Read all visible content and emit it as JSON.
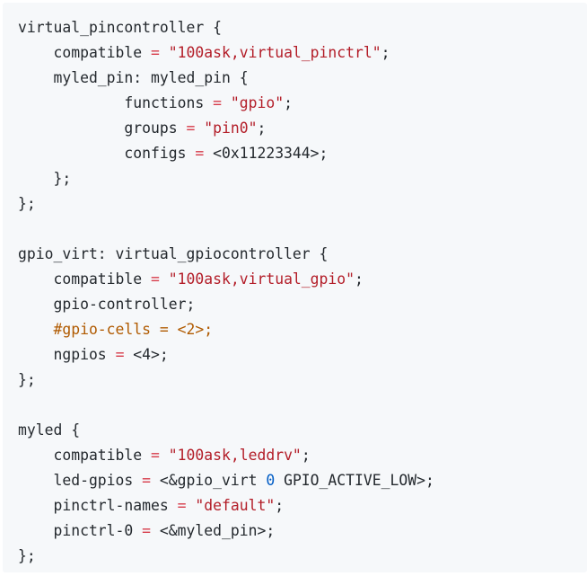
{
  "colors": {
    "background": "#f6f8fa",
    "text": "#24292e",
    "operator": "#d73a49",
    "string": "#b31d28",
    "preprocessor": "#b05a00",
    "number": "#005cc5"
  },
  "code_lines": [
    {
      "tokens": [
        {
          "t": "virtual_pincontroller {",
          "k": "plain"
        }
      ]
    },
    {
      "tokens": [
        {
          "t": "    compatible ",
          "k": "plain"
        },
        {
          "t": "=",
          "k": "op"
        },
        {
          "t": " ",
          "k": "plain"
        },
        {
          "t": "\"100ask,virtual_pinctrl\"",
          "k": "str"
        },
        {
          "t": ";",
          "k": "plain"
        }
      ]
    },
    {
      "tokens": [
        {
          "t": "    myled_pin: myled_pin {",
          "k": "plain"
        }
      ]
    },
    {
      "tokens": [
        {
          "t": "            functions ",
          "k": "plain"
        },
        {
          "t": "=",
          "k": "op"
        },
        {
          "t": " ",
          "k": "plain"
        },
        {
          "t": "\"gpio\"",
          "k": "str"
        },
        {
          "t": ";",
          "k": "plain"
        }
      ]
    },
    {
      "tokens": [
        {
          "t": "            groups ",
          "k": "plain"
        },
        {
          "t": "=",
          "k": "op"
        },
        {
          "t": " ",
          "k": "plain"
        },
        {
          "t": "\"pin0\"",
          "k": "str"
        },
        {
          "t": ";",
          "k": "plain"
        }
      ]
    },
    {
      "tokens": [
        {
          "t": "            configs ",
          "k": "plain"
        },
        {
          "t": "=",
          "k": "op"
        },
        {
          "t": " <0x11223344>;",
          "k": "plain"
        }
      ]
    },
    {
      "tokens": [
        {
          "t": "    };",
          "k": "plain"
        }
      ]
    },
    {
      "tokens": [
        {
          "t": "};",
          "k": "plain"
        }
      ]
    },
    {
      "tokens": [
        {
          "t": "",
          "k": "plain"
        }
      ]
    },
    {
      "tokens": [
        {
          "t": "gpio_virt: virtual_gpiocontroller {",
          "k": "plain"
        }
      ]
    },
    {
      "tokens": [
        {
          "t": "    compatible ",
          "k": "plain"
        },
        {
          "t": "=",
          "k": "op"
        },
        {
          "t": " ",
          "k": "plain"
        },
        {
          "t": "\"100ask,virtual_gpio\"",
          "k": "str"
        },
        {
          "t": ";",
          "k": "plain"
        }
      ]
    },
    {
      "tokens": [
        {
          "t": "    gpio-controller;",
          "k": "plain"
        }
      ]
    },
    {
      "tokens": [
        {
          "t": "    #gpio-cells = <2>;",
          "k": "meta"
        }
      ]
    },
    {
      "tokens": [
        {
          "t": "    ngpios ",
          "k": "plain"
        },
        {
          "t": "=",
          "k": "op"
        },
        {
          "t": " <4>;",
          "k": "plain"
        }
      ]
    },
    {
      "tokens": [
        {
          "t": "};",
          "k": "plain"
        }
      ]
    },
    {
      "tokens": [
        {
          "t": "",
          "k": "plain"
        }
      ]
    },
    {
      "tokens": [
        {
          "t": "myled {",
          "k": "plain"
        }
      ]
    },
    {
      "tokens": [
        {
          "t": "    compatible ",
          "k": "plain"
        },
        {
          "t": "=",
          "k": "op"
        },
        {
          "t": " ",
          "k": "plain"
        },
        {
          "t": "\"100ask,leddrv\"",
          "k": "str"
        },
        {
          "t": ";",
          "k": "plain"
        }
      ]
    },
    {
      "tokens": [
        {
          "t": "    led-gpios ",
          "k": "plain"
        },
        {
          "t": "=",
          "k": "op"
        },
        {
          "t": " <&gpio_virt ",
          "k": "plain"
        },
        {
          "t": "0",
          "k": "num"
        },
        {
          "t": " GPIO_ACTIVE_LOW>;",
          "k": "plain"
        }
      ]
    },
    {
      "tokens": [
        {
          "t": "    pinctrl-names ",
          "k": "plain"
        },
        {
          "t": "=",
          "k": "op"
        },
        {
          "t": " ",
          "k": "plain"
        },
        {
          "t": "\"default\"",
          "k": "str"
        },
        {
          "t": ";",
          "k": "plain"
        }
      ]
    },
    {
      "tokens": [
        {
          "t": "    pinctrl-0 ",
          "k": "plain"
        },
        {
          "t": "=",
          "k": "op"
        },
        {
          "t": " <&myled_pin>;",
          "k": "plain"
        }
      ]
    },
    {
      "tokens": [
        {
          "t": "};",
          "k": "plain"
        }
      ]
    }
  ]
}
